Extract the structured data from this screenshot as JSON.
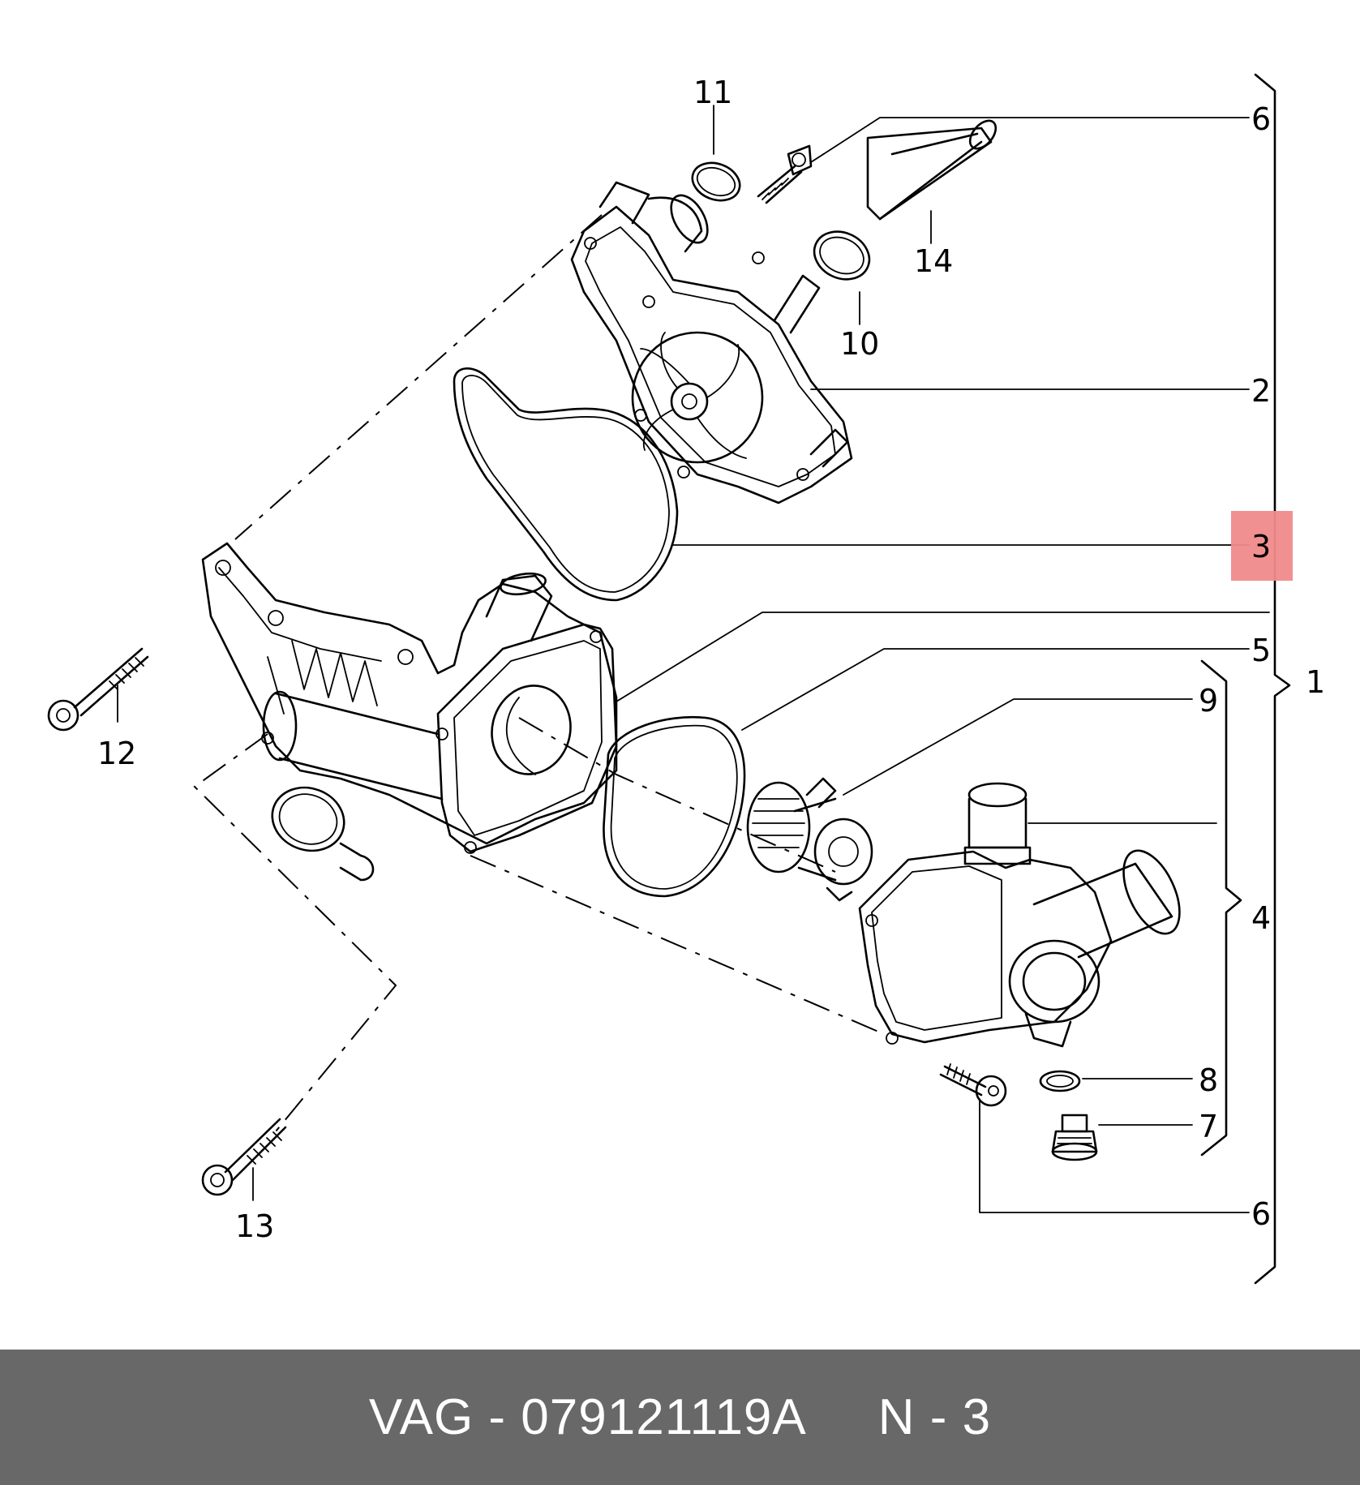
{
  "callouts": {
    "n1": "1",
    "n2": "2",
    "n3": "3",
    "n4": "4",
    "n5": "5",
    "n6a": "6",
    "n6b": "6",
    "n7": "7",
    "n8": "8",
    "n9": "9",
    "n10": "10",
    "n11": "11",
    "n12": "12",
    "n13": "13",
    "n14": "14"
  },
  "highlight": {
    "label": "3",
    "color": "#f08a8a"
  },
  "footer": {
    "part_number": "VAG - 079121119A",
    "position": "N - 3",
    "background": "#686868",
    "text_color": "#ffffff"
  }
}
